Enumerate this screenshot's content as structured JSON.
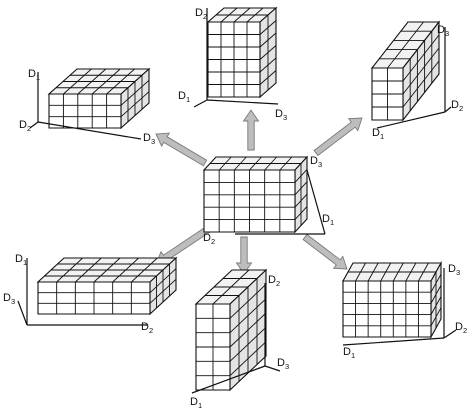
{
  "diagram": {
    "labels": {
      "center": [
        {
          "base": "D",
          "sub": "3"
        },
        {
          "base": "D",
          "sub": "1"
        },
        {
          "base": "D",
          "sub": "2"
        }
      ],
      "top_left": [
        {
          "base": "D",
          "sub": "1"
        },
        {
          "base": "D",
          "sub": "2"
        },
        {
          "base": "D",
          "sub": "3"
        }
      ],
      "top": [
        {
          "base": "D",
          "sub": "2"
        },
        {
          "base": "D",
          "sub": "1"
        },
        {
          "base": "D",
          "sub": "3"
        }
      ],
      "top_right": [
        {
          "base": "D",
          "sub": "3"
        },
        {
          "base": "D",
          "sub": "2"
        },
        {
          "base": "D",
          "sub": "1"
        }
      ],
      "bottom_left": [
        {
          "base": "D",
          "sub": "1"
        },
        {
          "base": "D",
          "sub": "3"
        },
        {
          "base": "D",
          "sub": "2"
        }
      ],
      "bottom": [
        {
          "base": "D",
          "sub": "2"
        },
        {
          "base": "D",
          "sub": "3"
        },
        {
          "base": "D",
          "sub": "1"
        }
      ],
      "bottom_right": [
        {
          "base": "D",
          "sub": "3"
        },
        {
          "base": "D",
          "sub": "2"
        },
        {
          "base": "D",
          "sub": "1"
        }
      ]
    },
    "colors": {
      "stroke": "#111111",
      "front_face": "#ffffff",
      "top_face": "#f2f2f2",
      "side_face": "#e4e4e4",
      "arrow_fill": "#bdbdbd",
      "arrow_stroke": "#7a7a7a"
    }
  }
}
